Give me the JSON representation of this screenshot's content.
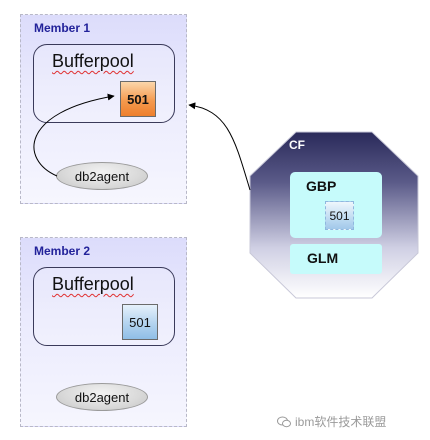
{
  "member1": {
    "title": "Member 1",
    "bufferpool_label": "Bufferpool",
    "page_value": "501",
    "agent_label": "db2agent"
  },
  "member2": {
    "title": "Member 2",
    "bufferpool_label": "Bufferpool",
    "page_value": "501",
    "agent_label": "db2agent"
  },
  "cf": {
    "title": "CF",
    "gbp_label": "GBP",
    "gbp_page_value": "501",
    "glm_label": "GLM"
  },
  "watermark": {
    "text": "ibm软件技术联盟",
    "icon": "wechat-icon"
  },
  "colors": {
    "member_bg": "#e4e4fc",
    "member_title": "#22229a",
    "page_hot": "#f28c3c",
    "page_cool": "#a8cdec",
    "cf_top": "#2a2a5a",
    "cf_bottom": "#ffffff",
    "gbp_fill": "#c6fbfb"
  }
}
